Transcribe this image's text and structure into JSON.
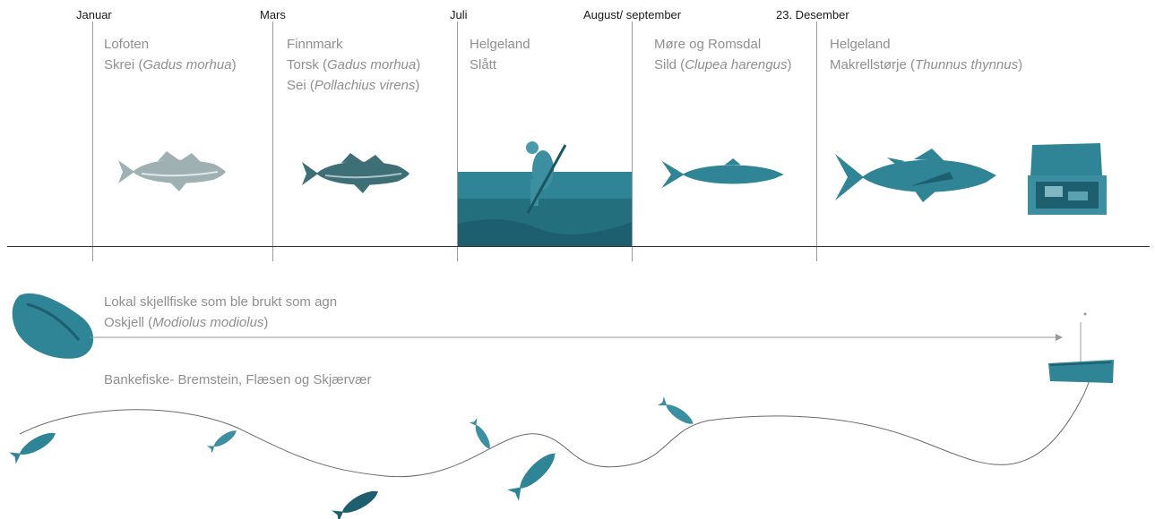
{
  "timeline": {
    "months": [
      {
        "label": "Januar"
      },
      {
        "label": "Mars"
      },
      {
        "label": "Juli"
      },
      {
        "label": "August/ september"
      },
      {
        "label": "23. Desember"
      }
    ],
    "periods": [
      {
        "region": "Lofoten",
        "species": [
          {
            "name": "Skrei",
            "latin": "Gadus morhua"
          }
        ]
      },
      {
        "region": "Finnmark",
        "species": [
          {
            "name": "Torsk",
            "latin": "Gadus morhua"
          },
          {
            "name": "Sei",
            "latin": "Pollachius virens"
          }
        ]
      },
      {
        "region": "Helgeland",
        "species": [
          {
            "name": "Slått",
            "latin": ""
          }
        ]
      },
      {
        "region": "Møre og Romsdal",
        "species": [
          {
            "name": "Sild",
            "latin": "Clupea harengus"
          }
        ]
      },
      {
        "region": "Helgeland",
        "species": [
          {
            "name": "Makrellstørje",
            "latin": "Thunnus thynnus"
          }
        ]
      }
    ]
  },
  "bait": {
    "heading": "Lokal skjellfiske som ble brukt som agn",
    "species_name": "Oskjell",
    "species_latin": "Modiolus modiolus"
  },
  "bank_fishing": {
    "heading": "Bankefiske- Bremstein, Flæsen og Skjærvær"
  },
  "colors": {
    "illustration_teal": "#2f8496",
    "illustration_dark": "#1d5f6e",
    "text_gray": "#8f8f8f",
    "line_gray": "#9a9a9a"
  }
}
